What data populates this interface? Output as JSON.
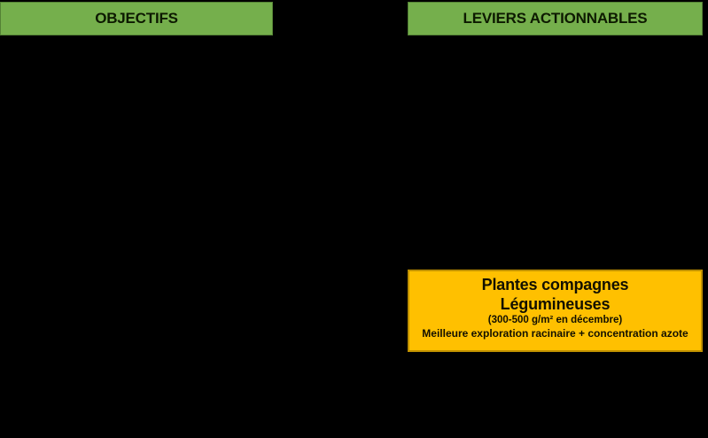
{
  "colors": {
    "background": "#000000",
    "header_fill": "#75af4c",
    "header_border": "#548235",
    "header_text": "#0d1a00",
    "callout_fill": "#ffc000",
    "callout_border": "#bf9000",
    "callout_text": "#131000"
  },
  "headers": {
    "objectives": "OBJECTIFS",
    "levers": "LEVIERS ACTIONNABLES"
  },
  "callout": {
    "title_line1": "Plantes compagnes",
    "title_line2": "Légumineuses",
    "detail": "(300-500 g/m² en décembre)",
    "note": "Meilleure exploration racinaire + concentration azote"
  }
}
